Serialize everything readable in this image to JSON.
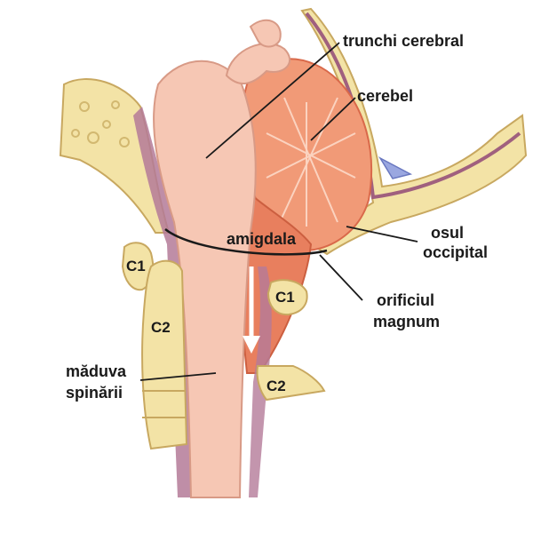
{
  "labels": {
    "brainstem": "trunchi cerebral",
    "cerebellum": "cerebel",
    "tonsil": "amigdala",
    "occipital_line1": "osul",
    "occipital_line2": "occipital",
    "foramen_line1": "orificiul",
    "foramen_line2": "magnum",
    "cord_line1": "măduva",
    "cord_line2": "spinării",
    "c1_left": "C1",
    "c2_left": "C2",
    "c1_right": "C1",
    "c2_right": "C2"
  },
  "colors": {
    "bone": "#f3e3a6",
    "bone_edge": "#c8a860",
    "cerebellum": "#f19a77",
    "cerebellum_dark": "#d9694a",
    "brainstem": "#f6c7b4",
    "membrane": "#a0607e",
    "sinus": "#9aa7e0",
    "line": "#1a1a1a"
  }
}
